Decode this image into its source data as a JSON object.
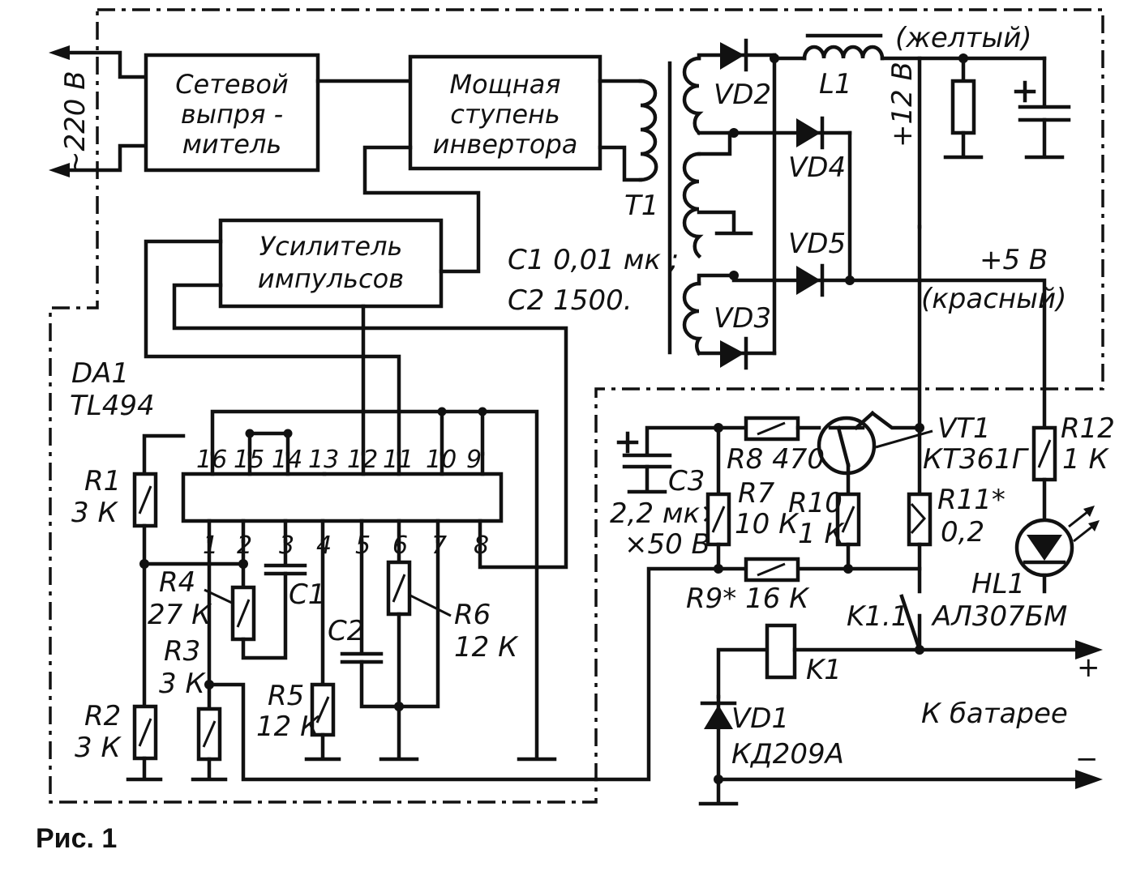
{
  "figure_caption": "Рис. 1",
  "blocks": {
    "rectifier": [
      "Сетевой",
      "выпря -",
      "митель"
    ],
    "inverter": [
      "Мощная",
      "ступень",
      "инвертора"
    ],
    "amplifier": [
      "Усилитель",
      "импульсов"
    ]
  },
  "mains_label": "~220 В",
  "transformer": "T1",
  "diodes": {
    "vd2": "VD2",
    "vd3": "VD3",
    "vd4": "VD4",
    "vd5": "VD5"
  },
  "choke": "L1",
  "wire_yellow": "(желтый)",
  "wire_red": "(красный)",
  "v12": "+12 В",
  "v5": "+5 В",
  "cap_note": [
    "C1  0,01 мк ;",
    "C2   1500."
  ],
  "chip": {
    "ref": "DA1",
    "type": "TL494",
    "pins_top": [
      "16",
      "15",
      "14",
      "13",
      "12",
      "11",
      "10",
      "9"
    ],
    "pins_bottom": [
      "1",
      "2",
      "3",
      "4",
      "5",
      "6",
      "7",
      "8"
    ]
  },
  "components": {
    "r1": [
      "R1",
      "3 К"
    ],
    "r2": [
      "R2",
      "3 К"
    ],
    "r3": [
      "R3",
      "3 К"
    ],
    "r4": [
      "R4",
      "27 К"
    ],
    "r5": [
      "R5",
      "12 К"
    ],
    "r6": [
      "R6",
      "12 К"
    ],
    "c1": "C1",
    "c2": "C2",
    "c3": [
      "C3",
      "2,2 мк×",
      "×50 В"
    ],
    "r8": "R8 470",
    "r7": [
      "R7",
      "10 К"
    ],
    "r10": [
      "R10",
      "1 К"
    ],
    "r11": [
      "R11*",
      "0,2"
    ],
    "r12": [
      "R12",
      "1 К"
    ],
    "r9": "R9*  16 К",
    "vt1": [
      "VT1",
      "КТ361Г"
    ],
    "hl1": [
      "HL1",
      "АЛ307БМ"
    ],
    "k1": "K1",
    "k11": "K1.1",
    "vd1": [
      "VD1",
      "КД209А"
    ]
  },
  "battery": {
    "plus": "+",
    "minus": "−",
    "label": "К   батарее"
  }
}
